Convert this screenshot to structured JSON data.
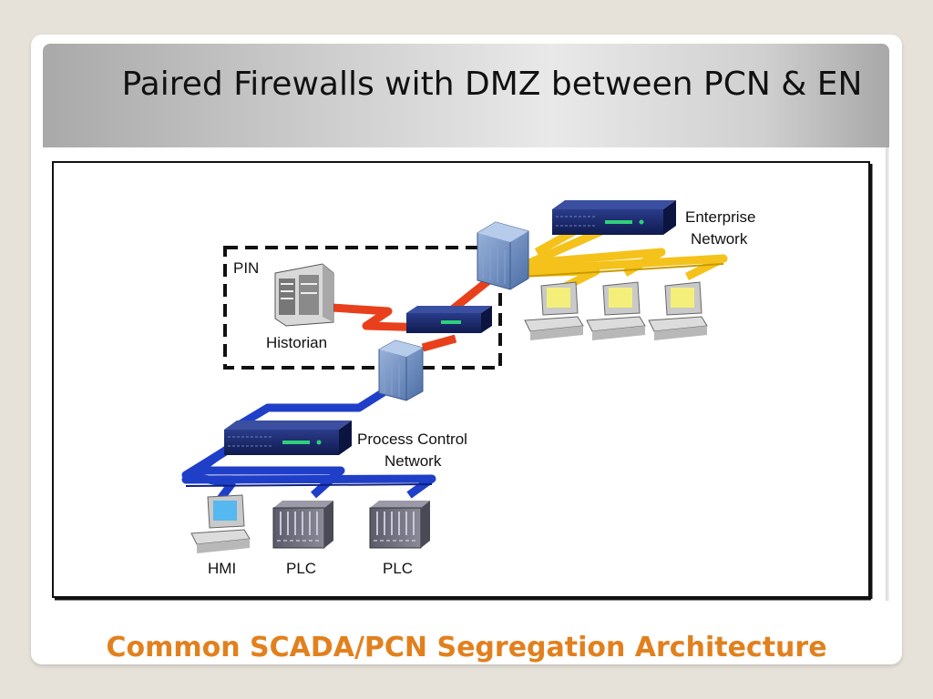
{
  "slide": {
    "title": "Paired Firewalls with DMZ between PCN & EN",
    "caption": "Common SCADA/PCN Segregation Architecture"
  },
  "diagram": {
    "zones": {
      "pin": "PIN",
      "historian": "Historian",
      "enterprise_line1": "Enterprise",
      "enterprise_line2": "Network",
      "process_line1": "Process Control",
      "process_line2": "Network"
    },
    "devices": {
      "hmi": "HMI",
      "plc1": "PLC",
      "plc2": "PLC"
    },
    "colors": {
      "enterprise_link": "#f4c21a",
      "dmz_link": "#e8401c",
      "process_link": "#1f3fc8",
      "switch_body": "#1a2a6c",
      "firewall": "#6f90bf",
      "caption": "#e2801e"
    }
  }
}
